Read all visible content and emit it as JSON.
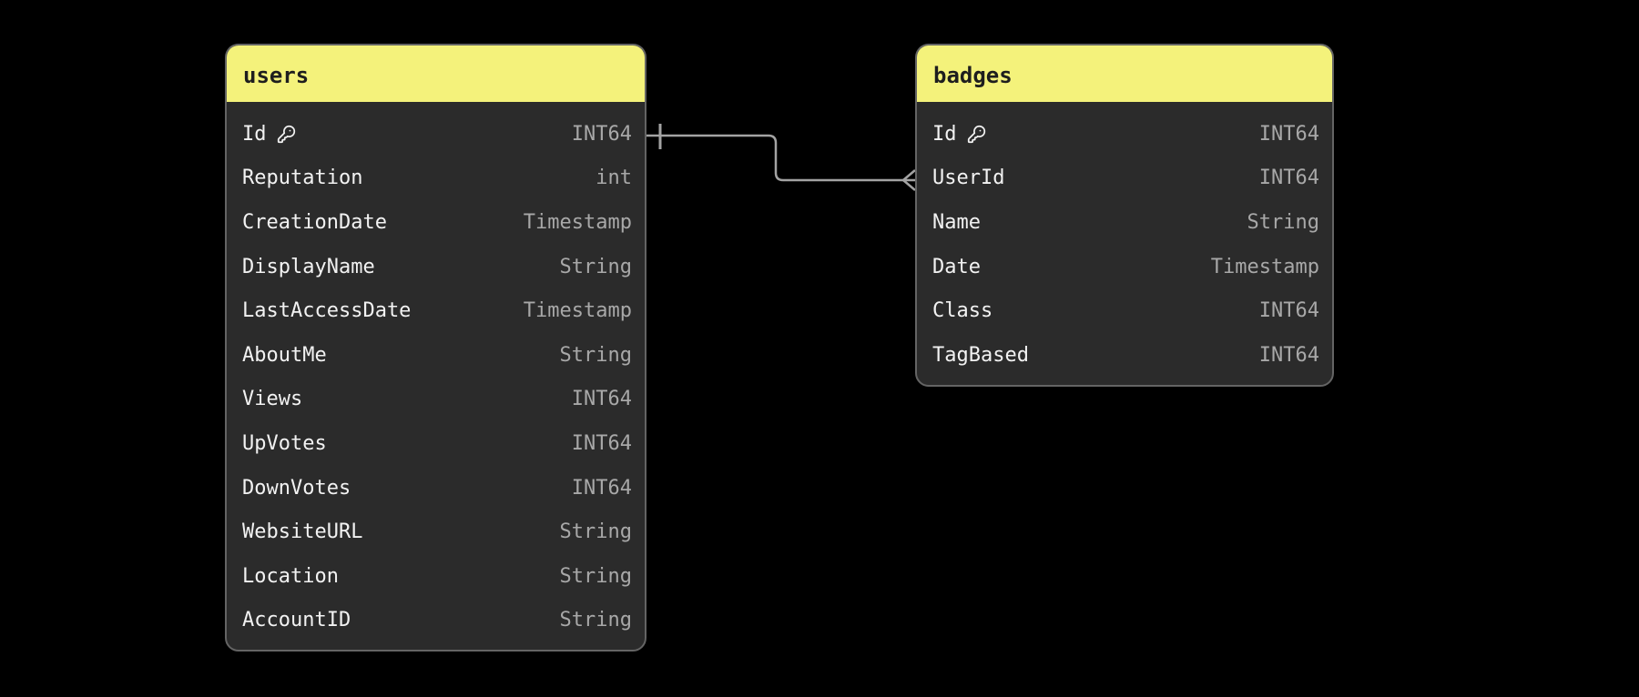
{
  "diagram": {
    "colors": {
      "canvas_bg": "#000000",
      "header_bg": "#F4F27B",
      "body_bg": "#2B2B2B",
      "border": "#646464",
      "field_name": "#F2F2F2",
      "field_type": "#A8A8A8",
      "header_text": "#1E1E1E",
      "connector": "#A3A3A3"
    }
  },
  "tables": [
    {
      "name": "users",
      "fields": [
        {
          "name": "Id",
          "type": "INT64",
          "primary_key": true
        },
        {
          "name": "Reputation",
          "type": "int",
          "primary_key": false
        },
        {
          "name": "CreationDate",
          "type": "Timestamp",
          "primary_key": false
        },
        {
          "name": "DisplayName",
          "type": "String",
          "primary_key": false
        },
        {
          "name": "LastAccessDate",
          "type": "Timestamp",
          "primary_key": false
        },
        {
          "name": "AboutMe",
          "type": "String",
          "primary_key": false
        },
        {
          "name": "Views",
          "type": "INT64",
          "primary_key": false
        },
        {
          "name": "UpVotes",
          "type": "INT64",
          "primary_key": false
        },
        {
          "name": "DownVotes",
          "type": "INT64",
          "primary_key": false
        },
        {
          "name": "WebsiteURL",
          "type": "String",
          "primary_key": false
        },
        {
          "name": "Location",
          "type": "String",
          "primary_key": false
        },
        {
          "name": "AccountID",
          "type": "String",
          "primary_key": false
        }
      ]
    },
    {
      "name": "badges",
      "fields": [
        {
          "name": "Id",
          "type": "INT64",
          "primary_key": true
        },
        {
          "name": "UserId",
          "type": "INT64",
          "primary_key": false
        },
        {
          "name": "Name",
          "type": "String",
          "primary_key": false
        },
        {
          "name": "Date",
          "type": "Timestamp",
          "primary_key": false
        },
        {
          "name": "Class",
          "type": "INT64",
          "primary_key": false
        },
        {
          "name": "TagBased",
          "type": "INT64",
          "primary_key": false
        }
      ]
    }
  ],
  "relationships": [
    {
      "from_table": "users",
      "from_field": "Id",
      "from_cardinality": "one",
      "to_table": "badges",
      "to_field": "UserId",
      "to_cardinality": "many"
    }
  ]
}
